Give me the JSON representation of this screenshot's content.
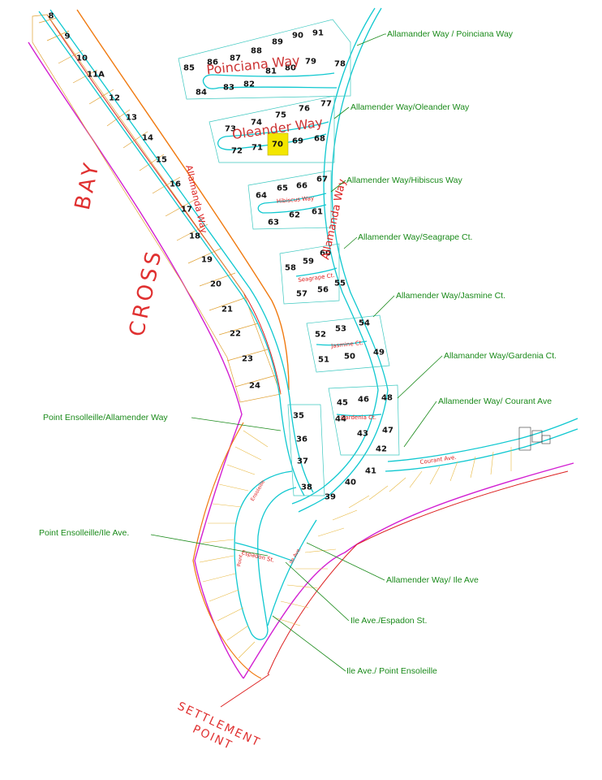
{
  "water_label": {
    "word1": "BAY",
    "word2": "CROSS"
  },
  "point_label": {
    "line1": "SETTLEMENT",
    "line2": "POINT"
  },
  "highlight_color": "#f3e600",
  "highlighted_lot": "70",
  "streets": {
    "poinciana": "Poinciana Way",
    "oleander": "Oleander Way",
    "hibiscus": "Hibiscus Way",
    "seagrape": "Seagrape Ct.",
    "jasmine": "Jasmine Ct.",
    "gardenia": "Gardenia Ct.",
    "courant": "Courant Ave.",
    "allamanda_west": "Allamanda Way",
    "allamanda_east": "Allamanda Way",
    "espadon": "Espadon St.",
    "ensoleille": "Ensoleille",
    "ile": "Ile Ave.",
    "point": "Point"
  },
  "callouts": [
    {
      "text": "Allamander Way / Poinciana Way"
    },
    {
      "text": "Allamender Way/Oleander Way"
    },
    {
      "text": "Allamender Way/Hibiscus  Way"
    },
    {
      "text": "Allamender Way/Seagrape Ct."
    },
    {
      "text": "Allamender Way/Jasmine Ct."
    },
    {
      "text": "Allamander Way/Gardenia Ct."
    },
    {
      "text": "Allamender Way/ Courant Ave"
    },
    {
      "text": "Point Ensolleille/Allamender Way"
    },
    {
      "text": "Point Ensolleille/Ile Ave."
    },
    {
      "text": "Allamender Way/ Ile Ave"
    },
    {
      "text": "Ile Ave./Espadon St."
    },
    {
      "text": "Ile Ave./ Point Ensoleille"
    }
  ],
  "lots": [
    "8",
    "9",
    "10",
    "11A",
    "12",
    "13",
    "14",
    "15",
    "16",
    "17",
    "18",
    "19",
    "20",
    "21",
    "22",
    "23",
    "24",
    "35",
    "36",
    "37",
    "38",
    "39",
    "40",
    "41",
    "42",
    "43",
    "44",
    "45",
    "46",
    "47",
    "48",
    "49",
    "50",
    "51",
    "52",
    "53",
    "54",
    "55",
    "56",
    "57",
    "58",
    "59",
    "60",
    "61",
    "62",
    "63",
    "64",
    "65",
    "66",
    "67",
    "68",
    "69",
    "70",
    "71",
    "72",
    "73",
    "74",
    "75",
    "76",
    "77",
    "78",
    "79",
    "80",
    "81",
    "82",
    "83",
    "84",
    "85",
    "86",
    "87",
    "88",
    "89",
    "90",
    "91"
  ]
}
